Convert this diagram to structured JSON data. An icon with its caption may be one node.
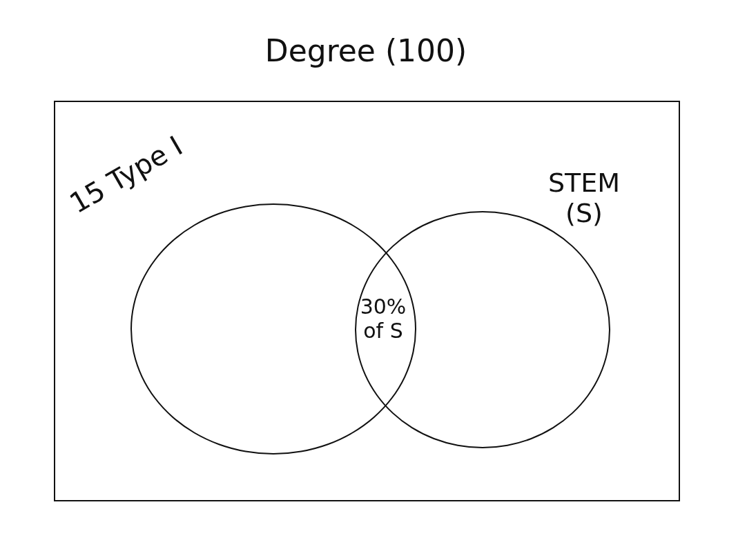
{
  "diagram": {
    "nodes": [
      {
        "text": [
          "Degree (100)"
        ]
      },
      {
        "text": [
          "15 Type I"
        ],
        "in": 0
      },
      {
        "text": [
          "STEM (S)"
        ],
        "in": 0
      }
    ],
    "edges": [],
    "labels": [
      "30% of S"
    ]
  }
}
